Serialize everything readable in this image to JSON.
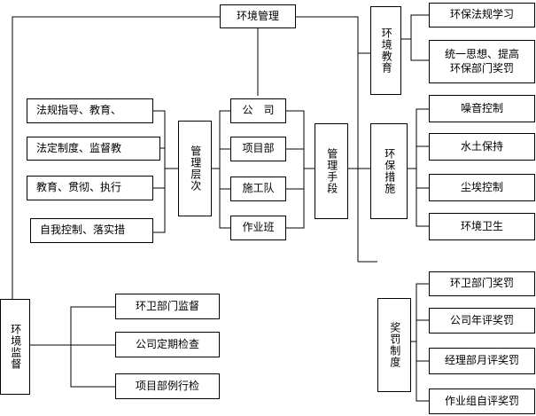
{
  "root": {
    "label": "环境管理"
  },
  "levels": {
    "label": "管理层次",
    "items": [
      "公　司",
      "项目部",
      "施工队",
      "作业班"
    ]
  },
  "level_duties": [
    "法规指导、教育、",
    "法定制度、监督教",
    "教育、贯彻、执行",
    "自我控制、落实措"
  ],
  "means": {
    "label": "管理手段"
  },
  "education": {
    "label": "环境教育",
    "items": [
      "环保法规学习",
      "统一思想、提高环保部门奖罚"
    ],
    "item2_lines": [
      "统一思想、提高",
      "环保部门奖罚"
    ]
  },
  "measures": {
    "label": "环保措施",
    "items": [
      "噪音控制",
      "水土保持",
      "尘埃控制",
      "环境卫生"
    ]
  },
  "rewards": {
    "label": "奖罚制度",
    "items": [
      "环卫部门奖罚",
      "公司年评奖罚",
      "经理部月评奖罚",
      "作业组自评奖罚"
    ]
  },
  "supervision": {
    "label": "环境监督",
    "items": [
      "环卫部门监督",
      "公司定期检查",
      "项目部例行检"
    ]
  }
}
